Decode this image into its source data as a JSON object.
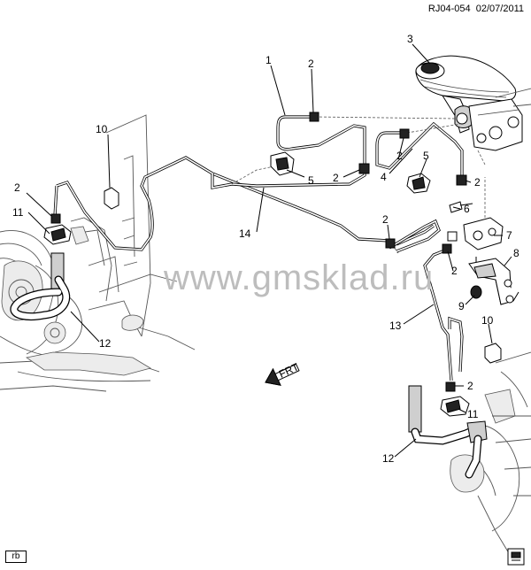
{
  "header": {
    "code": "RJ04-054",
    "date": "02/07/2011"
  },
  "watermark": "www.gmsklad.ru",
  "footer": {
    "left_tag": "rb"
  },
  "arrow_label": "FRT",
  "callouts": {
    "c1": "1",
    "c2a": "2",
    "c3": "3",
    "c2b": "2",
    "c2c": "2",
    "c4": "4",
    "c5a": "5",
    "c5b": "5",
    "c2d": "2",
    "c2e": "2",
    "c6": "6",
    "c7": "7",
    "c8": "8",
    "c9": "9",
    "c10a": "10",
    "c10b": "10",
    "c2f": "2",
    "c11a": "11",
    "c11b": "11",
    "c12a": "12",
    "c12b": "12",
    "c13": "13",
    "c14": "14",
    "c2g": "2",
    "c2h": "2"
  }
}
